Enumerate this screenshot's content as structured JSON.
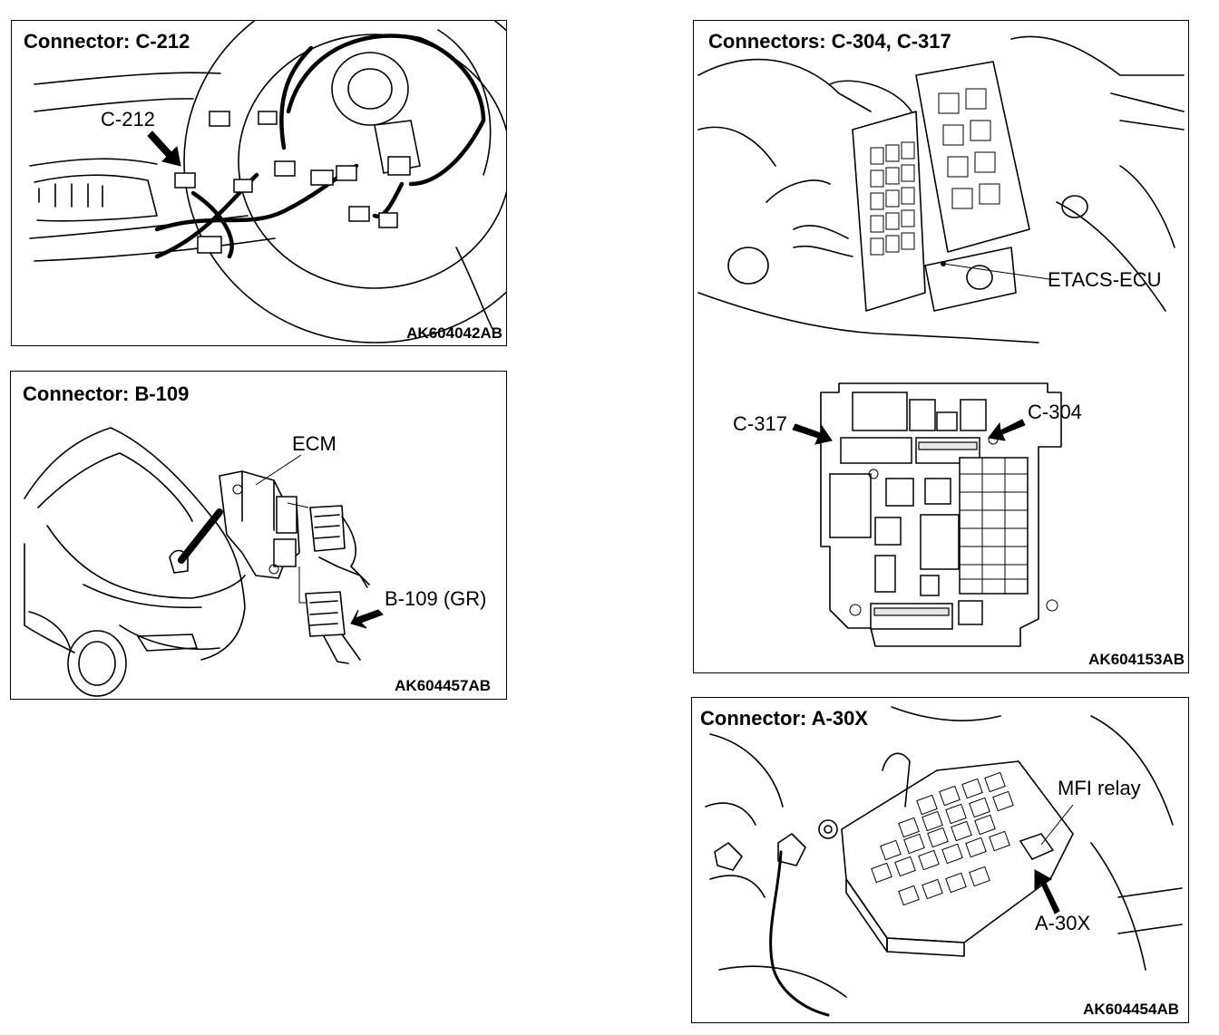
{
  "panels": {
    "c212": {
      "title": "Connector: C-212",
      "callout": "C-212",
      "code": "AK604042AB"
    },
    "b109": {
      "title": "Connector: B-109",
      "ecm_label": "ECM",
      "callout": "B-109 (GR)",
      "code": "AK604457AB"
    },
    "c304": {
      "title": "Connectors:  C-304, C-317",
      "etacs_label": "ETACS-ECU",
      "callout_left": "C-317",
      "callout_right": "C-304",
      "code": "AK604153AB"
    },
    "a30x": {
      "title": "Connector: A-30X",
      "relay_label": "MFI relay",
      "callout": "A-30X",
      "code": "AK604454AB"
    }
  }
}
